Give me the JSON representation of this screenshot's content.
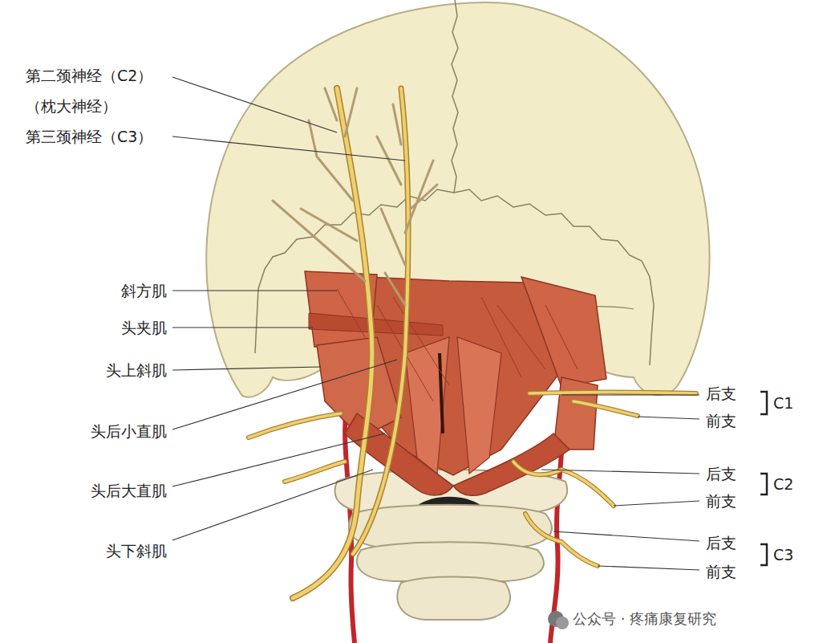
{
  "diagram": {
    "labels": [
      "第二颈神经（C2） （枕大神经）",
      "第三颈神经（C3）",
      "斜方肌",
      "头夹肌",
      "头上斜肌",
      "头后小直肌",
      "头后大直肌",
      "头下斜肌",
      "后支",
      "前支",
      "C1",
      "后支",
      "前支",
      "C2",
      "后支",
      "前支",
      "C3",
      "公众号 · 疼痛康复研究"
    ]
  }
}
